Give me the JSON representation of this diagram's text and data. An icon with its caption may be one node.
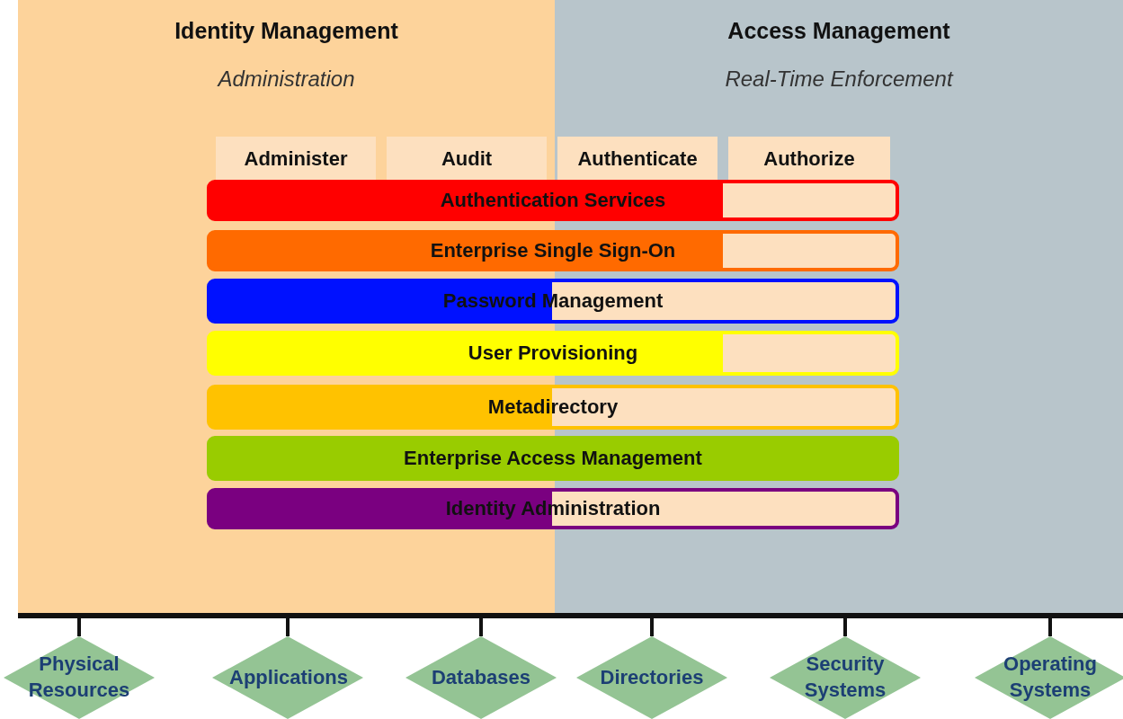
{
  "diagram": {
    "nodes": [
      {
        "text": [
          "Identity Management",
          "Administration"
        ]
      },
      {
        "text": [
          "Access Management",
          "Real-Time Enforcement"
        ]
      },
      {
        "text": [
          "Administer"
        ],
        "in": 0
      },
      {
        "text": [
          "Audit"
        ],
        "in": 0
      },
      {
        "text": [
          "Authenticate"
        ],
        "in": 1
      },
      {
        "text": [
          "Authorize"
        ],
        "in": 1
      },
      {
        "text": [
          "Authentication Services"
        ]
      },
      {
        "text": [
          "Enterprise Single Sign-On"
        ]
      },
      {
        "text": [
          "Password Management"
        ]
      },
      {
        "text": [
          "User Provisioning"
        ]
      },
      {
        "text": [
          "Metadirectory"
        ]
      },
      {
        "text": [
          "Enterprise Access Management"
        ]
      },
      {
        "text": [
          "Identity Administration"
        ]
      },
      {
        "text": [],
        "shape": "bar"
      },
      {
        "text": [
          "Physical Resources"
        ]
      },
      {
        "text": [
          "Applications"
        ]
      },
      {
        "text": [
          "Databases"
        ]
      },
      {
        "text": [
          "Directories"
        ]
      },
      {
        "text": [
          "Security Systems"
        ]
      },
      {
        "text": [
          "Operating Systems"
        ]
      }
    ],
    "edges": [
      {
        "from": 13,
        "to": 14,
        "arrow": "none"
      },
      {
        "from": 13,
        "to": 15,
        "arrow": "none"
      },
      {
        "from": 13,
        "to": 16,
        "arrow": "none"
      },
      {
        "from": 13,
        "to": 17,
        "arrow": "none"
      },
      {
        "from": 13,
        "to": 18,
        "arrow": "none"
      },
      {
        "from": 13,
        "to": 19,
        "arrow": "none"
      }
    ]
  }
}
